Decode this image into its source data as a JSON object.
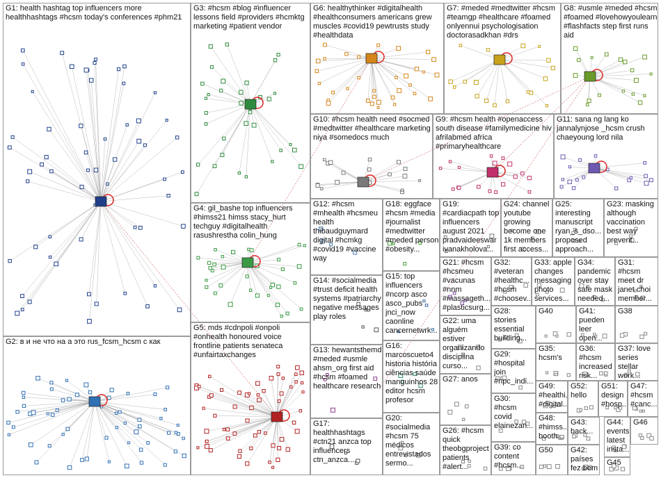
{
  "groups": [
    {
      "id": "G1",
      "label": "G1: health hashtag top influencers more healthhashtags #hcsm today's conferences #phm21",
      "color": "#1f3f8a"
    },
    {
      "id": "G2",
      "label": "G2: в и не что на а это rus_fcsm_hcsm с как",
      "color": "#2f6fb3"
    },
    {
      "id": "G3",
      "label": "G3: #hcsm #blog #influencer lessons field #providers #hcmktg marketing #patient vendor",
      "color": "#2e8a3e"
    },
    {
      "id": "G4",
      "label": "G4: gil_bashe top influencers #himss21 himss stacy_hurt techguy #digitalhealth rasushrestha colin_hung",
      "color": "#3a9a44"
    },
    {
      "id": "G5",
      "label": "G5: mds #cdnpoli #onpoli #onhealth honoured voice frontline patients senateca #unfairtaxchanges",
      "color": "#b22222"
    },
    {
      "id": "G6",
      "label": "G6: healthythinker #digitalhealth #healthconsumers americans grew muscles #covid19 pewtrusts study #healthdata",
      "color": "#d4861b"
    },
    {
      "id": "G7",
      "label": "G7: #meded #medtwitter #hcsm #teamgp #healthcare #foamed onlyennui psychologisation doctorasadkhan #drs",
      "color": "#c7a21b"
    },
    {
      "id": "G8",
      "label": "G8: #usmle #meded #hcsm #foamed #lovehowyoulearn #flashfacts step first runs aid",
      "color": "#6a9a2a"
    },
    {
      "id": "G9",
      "label": "G9: #hcsm health #openaccess south disease #familymedicine hiv afrilabmed africa #primaryhealthcare",
      "color": "#c0306a"
    },
    {
      "id": "G10",
      "label": "G10: #hcsm health need #socmed #medtwitter #healthcare marketing niya #somedocs much",
      "color": "#7a7a7a"
    },
    {
      "id": "G11",
      "label": "G11: sana ng lang ko jannalynjose _hcsm crush chaeyoung lord nila",
      "color": "#6d58b0"
    },
    {
      "id": "G12",
      "label": "G12: #hcsm #mhealth #hcsmeu health thibaudguymard digital #hcmkg #covid19 #vaccine way",
      "color": "#4a7ab0"
    },
    {
      "id": "G13",
      "label": "G13: hewantsthemd #meded #usmle ahsm_org first aid #hcsm #foamed healthcare research",
      "color": "#8a3a8a"
    },
    {
      "id": "G14",
      "label": "G14: #socialmedia #trust deficit health systems #patriarchy negative messages play roles",
      "color": "#555555"
    },
    {
      "id": "G15",
      "label": "G15: top influencers #ncorp asco asco_pubs jnci_now caonline cancernetwrk...",
      "color": "#3a6aa0"
    },
    {
      "id": "G16",
      "label": "G16: marcoscueto4 historia história ciências saúde manguinhos 28 editor hcsm profesor",
      "color": "#2a8a6a"
    },
    {
      "id": "G17",
      "label": "G17: healthhashtags #ctn21 anzca top influencers ctn_anzca...",
      "color": "#555555"
    },
    {
      "id": "G18",
      "label": "G18: eggface #hcsm #media #journalist #medtwitter #meded person #obesity...",
      "color": "#4a9a3a"
    },
    {
      "id": "G19",
      "label": "G19: #cardiacpath top influencers august 2021 pradvaideeswar ivanakholova...",
      "color": "#777777"
    },
    {
      "id": "G20",
      "label": "G20: #socialmedia #hcsm 75 médicos entrevistados sermo...",
      "color": "#888888"
    },
    {
      "id": "G21",
      "label": "G21: #hcsm #hcsmeu #vacunas #nnm #massageth... #plasticsurg...",
      "color": "#7a4a9a"
    },
    {
      "id": "G22",
      "label": "G22: uma alguém estiver organizando disciplina curso...",
      "color": "#888888"
    },
    {
      "id": "G23",
      "label": "G23: masking although vaccination best way prevent...",
      "color": "#888888"
    },
    {
      "id": "G24",
      "label": "G24: channel youtube growing become one 1k members first access...",
      "color": "#888888"
    },
    {
      "id": "G25",
      "label": "G25: interesting manuscript ryan_s_dso... proposed approach...",
      "color": "#888888"
    },
    {
      "id": "G26",
      "label": "G26: #hcsm quick theobgproject patients #alert...",
      "color": "#888888"
    },
    {
      "id": "G27",
      "label": "G27: anos",
      "color": "#888888"
    },
    {
      "id": "G28",
      "label": "G28: stories essential building...",
      "color": "#888888"
    },
    {
      "id": "G29",
      "label": "G29: #hospital join #npc_indi...",
      "color": "#888888"
    },
    {
      "id": "G30",
      "label": "G30: #hcsm covid elainezan...",
      "color": "#888888"
    },
    {
      "id": "G31",
      "label": "G31: #hcsm meet dr janet choi member...",
      "color": "#888888"
    },
    {
      "id": "G32",
      "label": "G32: #veteran #healthc... #hcsm #choosev...",
      "color": "#888888"
    },
    {
      "id": "G33",
      "label": "G33: apple changes messaging photo services...",
      "color": "#888888"
    },
    {
      "id": "G34",
      "label": "G34: pandemic over stay safe mask needed...",
      "color": "#888888"
    },
    {
      "id": "G35",
      "label": "G35: hcsm's",
      "color": "#888888"
    },
    {
      "id": "G36",
      "label": "G36: #hcsm increased risk...",
      "color": "#888888"
    },
    {
      "id": "G37",
      "label": "G37: love series stellar work...",
      "color": "#888888"
    },
    {
      "id": "G38",
      "label": "G38",
      "color": "#888888"
    },
    {
      "id": "G39",
      "label": "G39: co content #hcsm...",
      "color": "#888888"
    },
    {
      "id": "G40",
      "label": "G40",
      "color": "#888888"
    },
    {
      "id": "G41",
      "label": "G41: pueden leer open...",
      "color": "#888888"
    },
    {
      "id": "G42",
      "label": "G42: países fez bem",
      "color": "#888888"
    },
    {
      "id": "G43",
      "label": "G43: back...",
      "color": "#888888"
    },
    {
      "id": "G44",
      "label": "G44: events latest insta...",
      "color": "#888888"
    },
    {
      "id": "G45",
      "label": "G45",
      "color": "#888888"
    },
    {
      "id": "G46",
      "label": "G46",
      "color": "#888888"
    },
    {
      "id": "G47",
      "label": "G47: #hcsm #canc...",
      "color": "#888888"
    },
    {
      "id": "G48",
      "label": "G48: #himss... booth...",
      "color": "#888888"
    },
    {
      "id": "G49",
      "label": "G49: #healthi... #digital...",
      "color": "#888888"
    },
    {
      "id": "G50",
      "label": "G50",
      "color": "#888888"
    },
    {
      "id": "G51",
      "label": "G51: design #hosp...",
      "color": "#888888"
    },
    {
      "id": "G52",
      "label": "G52: hello",
      "color": "#888888"
    }
  ]
}
